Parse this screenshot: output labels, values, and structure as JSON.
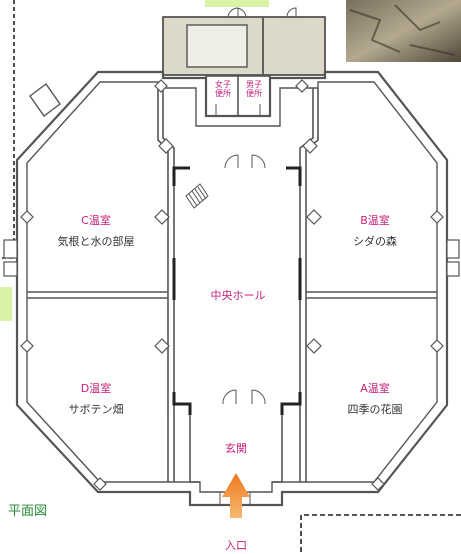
{
  "map": {
    "title": "平面図",
    "rooms": {
      "c": {
        "name": "C温室",
        "subtitle": "気根と水の部屋"
      },
      "b": {
        "name": "B温室",
        "subtitle": "シダの森"
      },
      "d": {
        "name": "D温室",
        "subtitle": "サボテン畑"
      },
      "a": {
        "name": "A温室",
        "subtitle": "四季の花園"
      }
    },
    "hall": "中央ホール",
    "entrance_hall": "玄関",
    "entrance": "入口",
    "restrooms": {
      "women": [
        "女子",
        "便所"
      ],
      "men": [
        "男子",
        "便所"
      ]
    }
  },
  "colors": {
    "label": "#c8207a",
    "wall": "#555555",
    "annex_fill": "#dcd9c8",
    "entrance_arrow": "#f08a2a",
    "title": "#2a8a3a",
    "highlight": "#d8f2a8"
  }
}
